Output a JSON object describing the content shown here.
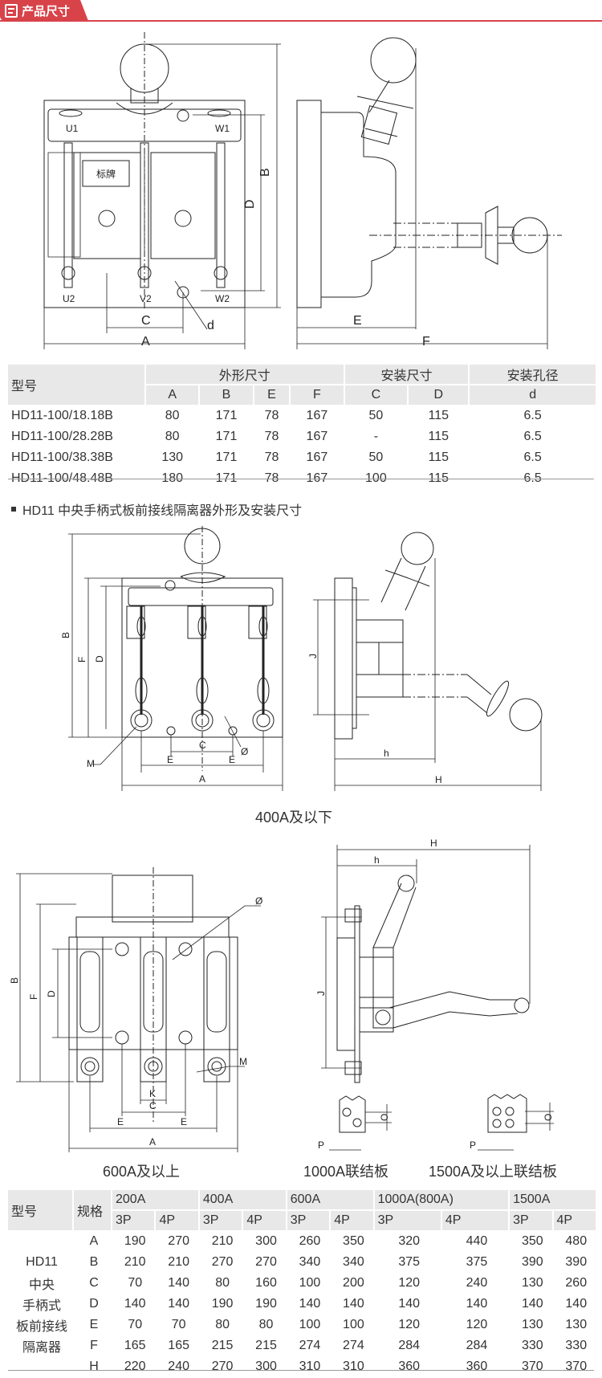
{
  "header": {
    "title": "产品尺寸",
    "icon": "document-icon",
    "accent_color": "#d8434a"
  },
  "drawing1": {
    "front": {
      "nameplate": "标牌",
      "terminals_top": [
        "U1",
        "W1"
      ],
      "terminals_bottom": [
        "U2",
        "V2",
        "W2"
      ],
      "dims": {
        "A": "A",
        "B": "B",
        "C": "C",
        "D": "D",
        "d": "d"
      }
    },
    "side": {
      "dims": {
        "E": "E",
        "F": "F"
      }
    }
  },
  "table1": {
    "header_model": "型号",
    "group_outline": "外形尺寸",
    "group_install": "安装尺寸",
    "group_hole": "安装孔径",
    "columns": [
      "A",
      "B",
      "E",
      "F",
      "C",
      "D",
      "d"
    ],
    "rows": [
      {
        "model": "HD11-100/18.18B",
        "values": [
          "80",
          "171",
          "78",
          "167",
          "50",
          "115",
          "6.5"
        ]
      },
      {
        "model": "HD11-100/28.28B",
        "values": [
          "80",
          "171",
          "78",
          "167",
          "-",
          "115",
          "6.5"
        ]
      },
      {
        "model": "HD11-100/38.38B",
        "values": [
          "130",
          "171",
          "78",
          "167",
          "50",
          "115",
          "6.5"
        ]
      },
      {
        "model": "HD11-100/48.48B",
        "values": [
          "180",
          "171",
          "78",
          "167",
          "100",
          "115",
          "6.5"
        ]
      }
    ]
  },
  "section2": {
    "title": "HD11 中央手柄式板前接线隔离器外形及安装尺寸"
  },
  "drawing2": {
    "front_dims": {
      "B": "B",
      "F": "F",
      "D": "D",
      "C": "C",
      "E": "E",
      "A": "A",
      "M": "M",
      "phi": "Ø"
    },
    "side_dims": {
      "J": "J",
      "h": "h",
      "H": "H"
    },
    "caption": "400A及以下"
  },
  "drawing3": {
    "front_dims": {
      "B": "B",
      "F": "F",
      "D": "D",
      "K": "K",
      "C": "C",
      "E": "E",
      "A": "A",
      "M": "M",
      "phi": "Ø"
    },
    "side_dims": {
      "H": "H",
      "h": "h",
      "J": "J"
    },
    "caption": "600A及以上",
    "link1": {
      "caption": "1000A联结板",
      "P": "P",
      "O": "O"
    },
    "link2": {
      "caption": "1500A及以上联结板",
      "P": "P",
      "O": "O"
    }
  },
  "table2": {
    "header_model": "型号",
    "header_spec": "规格",
    "groups": [
      "200A",
      "400A",
      "600A",
      "1000A(800A)",
      "1500A"
    ],
    "subcols": [
      "3P",
      "4P"
    ],
    "model_lines": [
      "",
      "HD11",
      "中央",
      "手柄式",
      "板前接线",
      "隔离器",
      ""
    ],
    "rows": [
      {
        "spec": "A",
        "values": [
          "190",
          "270",
          "210",
          "300",
          "260",
          "350",
          "320",
          "440",
          "350",
          "480"
        ]
      },
      {
        "spec": "B",
        "values": [
          "210",
          "210",
          "270",
          "270",
          "340",
          "340",
          "375",
          "375",
          "390",
          "390"
        ]
      },
      {
        "spec": "C",
        "values": [
          "70",
          "140",
          "80",
          "160",
          "100",
          "200",
          "120",
          "240",
          "130",
          "260"
        ]
      },
      {
        "spec": "D",
        "values": [
          "140",
          "140",
          "190",
          "190",
          "140",
          "140",
          "140",
          "140",
          "140",
          "140"
        ]
      },
      {
        "spec": "E",
        "values": [
          "70",
          "70",
          "80",
          "80",
          "100",
          "100",
          "120",
          "120",
          "130",
          "130"
        ]
      },
      {
        "spec": "F",
        "values": [
          "165",
          "165",
          "215",
          "215",
          "274",
          "274",
          "284",
          "284",
          "330",
          "330"
        ]
      },
      {
        "spec": "H",
        "values": [
          "220",
          "240",
          "270",
          "300",
          "310",
          "310",
          "360",
          "360",
          "370",
          "370"
        ]
      }
    ]
  }
}
